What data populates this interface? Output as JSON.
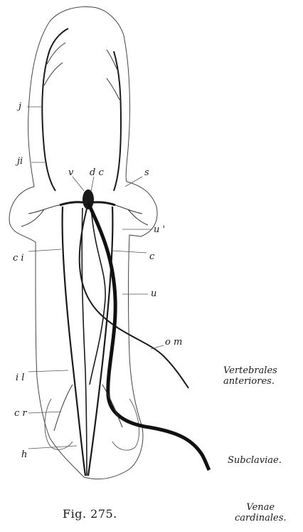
{
  "figure": {
    "caption": "Fig. 275.",
    "labels": {
      "j": "j",
      "ji": "ji",
      "v": "v",
      "dc": "d c",
      "s": "s",
      "u_prime": "u '",
      "ci": "c i",
      "c": "c",
      "u": "u",
      "om": "o m",
      "il": "i l",
      "cr": "c r",
      "h": "h"
    },
    "legend": {
      "vertebrales": [
        "Vertebrales",
        "anteriores."
      ],
      "subclaviae": "Subclaviae.",
      "cardinales": [
        "Venae",
        "cardinales."
      ]
    }
  }
}
